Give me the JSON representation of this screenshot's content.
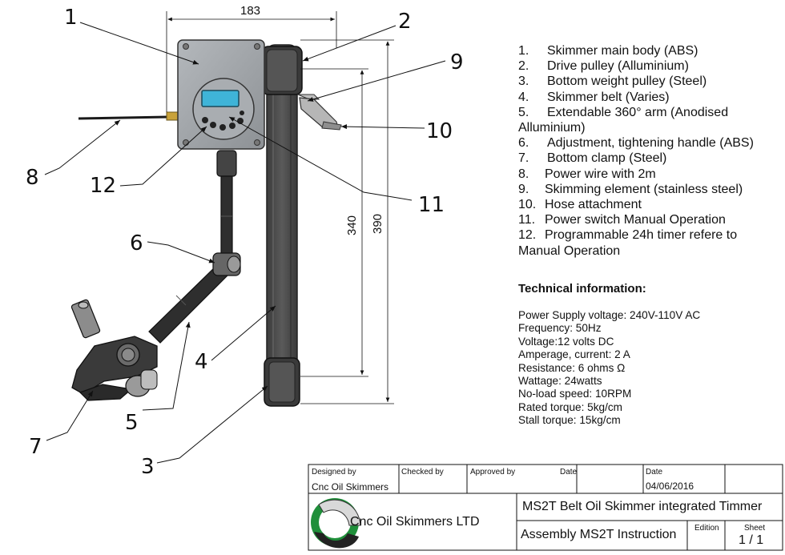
{
  "callouts": [
    "1",
    "2",
    "3",
    "4",
    "5",
    "6",
    "7",
    "8",
    "9",
    "10",
    "11",
    "12"
  ],
  "dimensions": {
    "width": "183",
    "inner_height": "340",
    "outer_height": "390"
  },
  "legend": [
    {
      "num": "1.",
      "text": "Skimmer main body (ABS)"
    },
    {
      "num": "2.",
      "text": "Drive pulley (Alluminium)"
    },
    {
      "num": "3.",
      "text": "Bottom weight pulley (Steel)"
    },
    {
      "num": "4.",
      "text": "Skimmer belt (Varies)"
    },
    {
      "num": "5.",
      "text": "Extendable  360° arm (Anodised Alluminium)"
    },
    {
      "num": "6.",
      "text": "Adjustment,  tightening handle (ABS)"
    },
    {
      "num": "7.",
      "text": "Bottom clamp (Steel)"
    },
    {
      "num": "8.",
      "text": "Power wire with 2m"
    },
    {
      "num": "9.",
      "text": "Skimming element (stainless steel)"
    },
    {
      "num": "10.",
      "text": "Hose attachment"
    },
    {
      "num": "11.",
      "text": "Power switch Manual Operation"
    },
    {
      "num": "12.",
      "text": "Programmable 24h timer refere to Manual Operation"
    }
  ],
  "technical": {
    "title": "Technical information:",
    "lines": [
      "Power Supply voltage: 240V-110V AC",
      "Frequency: 50Hz",
      "Voltage:12 volts DC",
      "Amperage, current: 2 A",
      "Resistance: 6 ohms Ω",
      "Wattage: 24watts",
      "No-load speed: 10RPM",
      "Rated torque: 5kg/cm",
      "Stall torque: 15kg/cm"
    ]
  },
  "title_block": {
    "designed_by_label": "Designed by",
    "designed_by": "Cnc Oil Skimmers",
    "checked_by_label": "Checked by",
    "approved_by_label": "Approved by",
    "date_label_1": "Date",
    "date_label_2": "Date",
    "date": "04/06/2016",
    "company": "Cnc Oil Skimmers LTD",
    "drawing_title": "MS2T Belt Oil Skimmer integrated Timmer",
    "drawing_subtitle": "Assembly MS2T Instruction",
    "edition_label": "Edition",
    "sheet_label": "Sheet",
    "sheet": "1 / 1"
  },
  "colors": {
    "body": "#9ea2a6",
    "belt": "#4a4a4a",
    "arm": "#2f2f2f",
    "logo_green": "#1f8f3a"
  }
}
